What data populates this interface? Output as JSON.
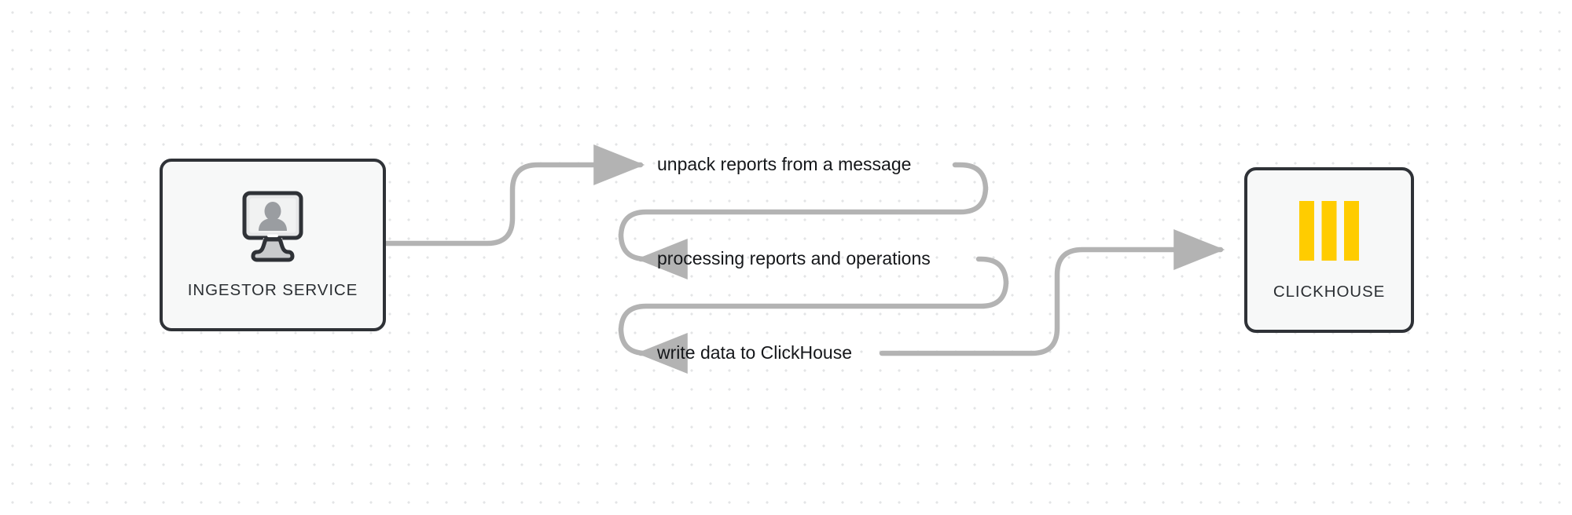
{
  "diagram": {
    "title": "Ingestor service to ClickHouse data flow",
    "background": {
      "color": "#ffffff",
      "dot_color": "#e3e4e6",
      "dot_spacing": 24
    },
    "edge_color": "#b3b3b3",
    "node_border_color": "#2f3237",
    "node_fill_color": "#f7f8f8",
    "accent_color": "#FFCC00"
  },
  "nodes": [
    {
      "id": "ingestor",
      "label": "INGESTOR SERVICE",
      "icon": "monitor-user-icon"
    },
    {
      "id": "clickhouse",
      "label": "CLICKHOUSE",
      "icon": "clickhouse-logo-icon"
    }
  ],
  "edge_labels": [
    {
      "text": "unpack reports from a message"
    },
    {
      "text": "processing reports and operations"
    },
    {
      "text": "write data to ClickHouse"
    }
  ]
}
